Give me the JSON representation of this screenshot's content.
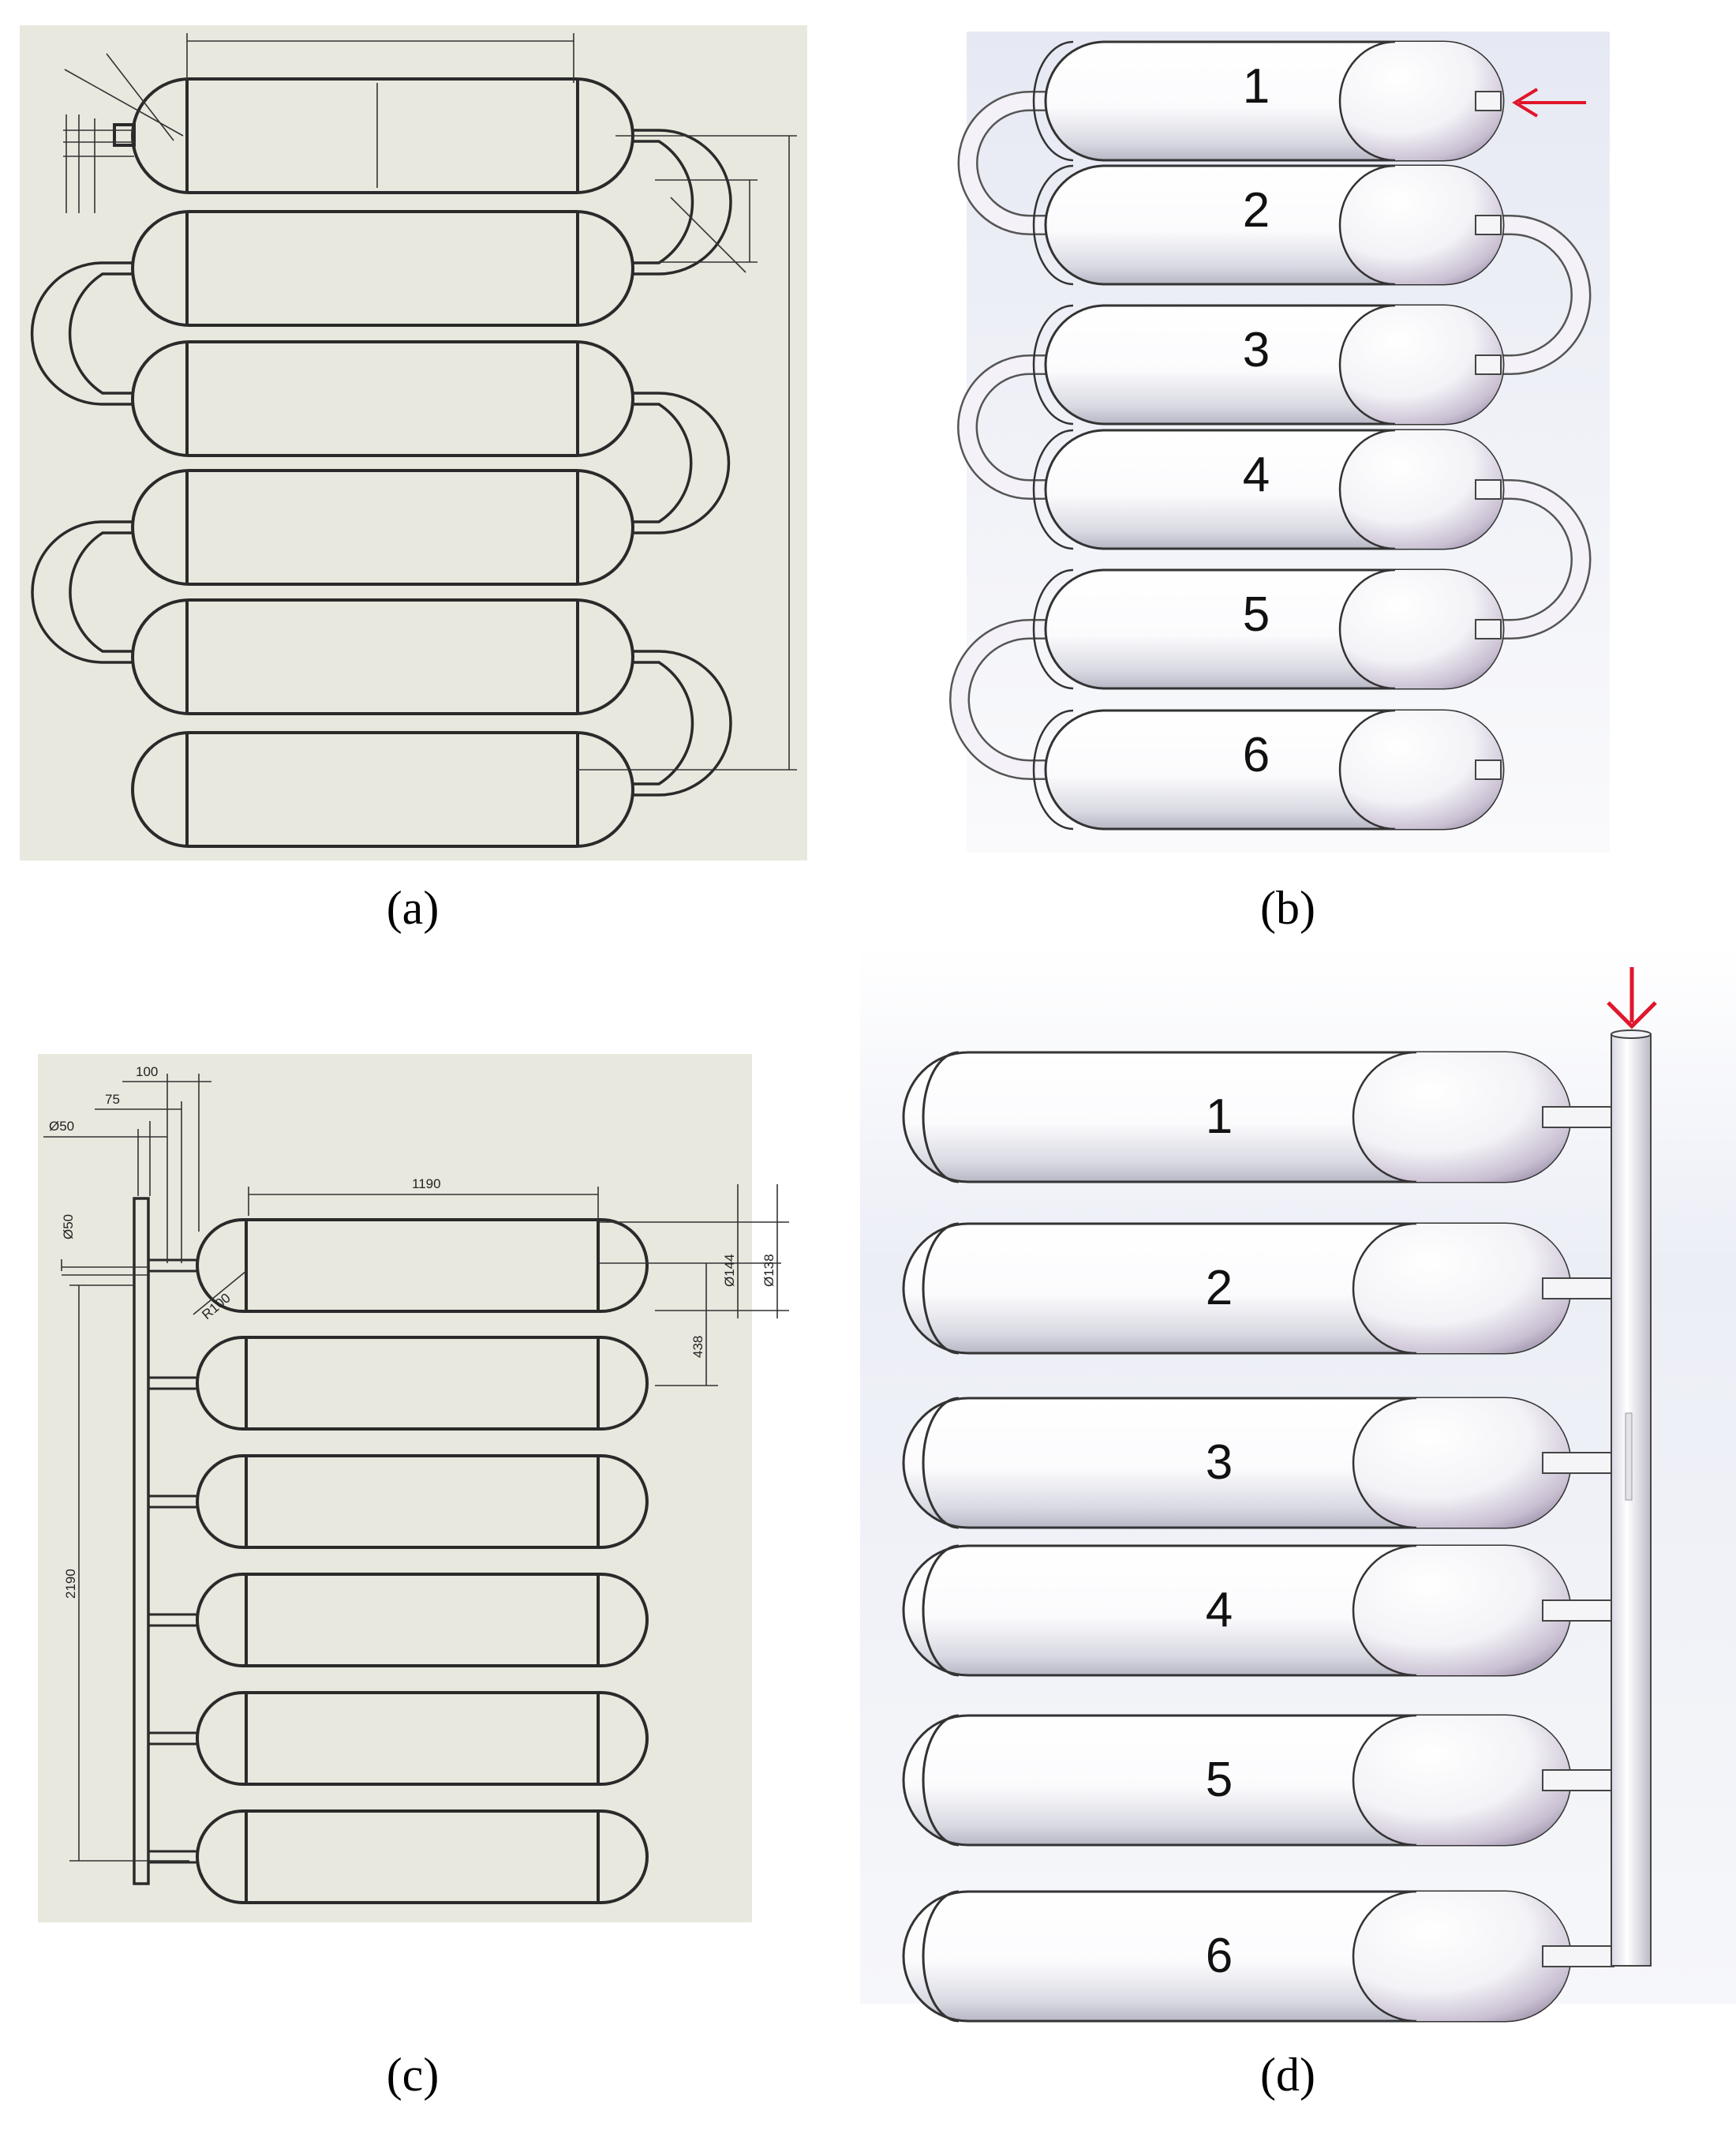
{
  "figure": {
    "panels": [
      {
        "id": "a",
        "label": "(a)",
        "label_letter": "a",
        "kind": "drawing-serpentine"
      },
      {
        "id": "b",
        "label": "(b)",
        "label_letter": "b",
        "kind": "render-serpentine",
        "tank_numbers": [
          "1",
          "2",
          "3",
          "4",
          "5",
          "6"
        ],
        "arrow_color": "#e0162b"
      },
      {
        "id": "c",
        "label": "(c)",
        "label_letter": "c",
        "kind": "drawing-manifold",
        "dimensions": {
          "d100": "100",
          "d75": "75",
          "d50_top": "Ø50",
          "d50_left": "Ø50",
          "length": "1190",
          "d144": "Ø144",
          "d138": "Ø138",
          "pitch": "438",
          "height": "2190",
          "radius": "R100"
        }
      },
      {
        "id": "d",
        "label": "(d)",
        "label_letter": "d",
        "kind": "render-manifold",
        "tank_numbers": [
          "1",
          "2",
          "3",
          "4",
          "5",
          "6"
        ],
        "arrow_color": "#e0162b"
      }
    ],
    "colors": {
      "drawing_bg": "#e8e8df",
      "line": "#2a2a2a",
      "render_bg": "#f3f4f8",
      "accent_arrow": "#e0162b"
    }
  }
}
